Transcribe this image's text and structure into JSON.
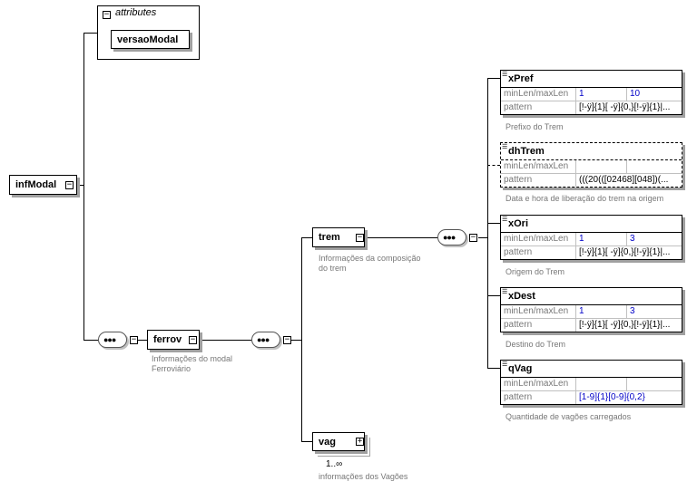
{
  "root": {
    "name": "infModal"
  },
  "attributes": {
    "label": "attributes",
    "items": [
      "versaoModal"
    ]
  },
  "ferrov": {
    "name": "ferrov",
    "doc": [
      "Informações do modal",
      "Ferroviário"
    ]
  },
  "trem": {
    "name": "trem",
    "doc": [
      "Informações da composição",
      "do trem"
    ]
  },
  "vag": {
    "name": "vag",
    "occurs": "1..∞",
    "doc": "informações dos Vagões"
  },
  "children": [
    {
      "name": "xPref",
      "optional": false,
      "minmax_label": "minLen/maxLen",
      "min": "1",
      "max": "10",
      "pattern_label": "pattern",
      "pattern": "[!-ÿ]{1}[ -ÿ]{0,}[!-ÿ]{1}|...",
      "doc": "Prefixo do Trem"
    },
    {
      "name": "dhTrem",
      "optional": true,
      "minmax_label": "minLen/maxLen",
      "min": "",
      "max": "",
      "pattern_label": "pattern",
      "pattern": "(((20(([02468][048])(...",
      "doc": "Data e hora de liberação do trem na origem"
    },
    {
      "name": "xOri",
      "optional": false,
      "minmax_label": "minLen/maxLen",
      "min": "1",
      "max": "3",
      "pattern_label": "pattern",
      "pattern": "[!-ÿ]{1}[ -ÿ]{0,}[!-ÿ]{1}|...",
      "doc": "Origem do Trem"
    },
    {
      "name": "xDest",
      "optional": false,
      "minmax_label": "minLen/maxLen",
      "min": "1",
      "max": "3",
      "pattern_label": "pattern",
      "pattern": "[!-ÿ]{1}[ -ÿ]{0,}[!-ÿ]{1}|...",
      "doc": "Destino do Trem"
    },
    {
      "name": "qVag",
      "optional": false,
      "minmax_label": "minLen/maxLen",
      "min": "",
      "max": "",
      "pattern_label": "pattern",
      "pattern": "[1-9]{1}[0-9]{0,2}",
      "doc": "Quantidade de vagões carregados"
    }
  ],
  "icons": {
    "collapse": "minus-box-icon",
    "expand": "plus-box-icon",
    "sequence": "sequence-compositor-icon"
  }
}
